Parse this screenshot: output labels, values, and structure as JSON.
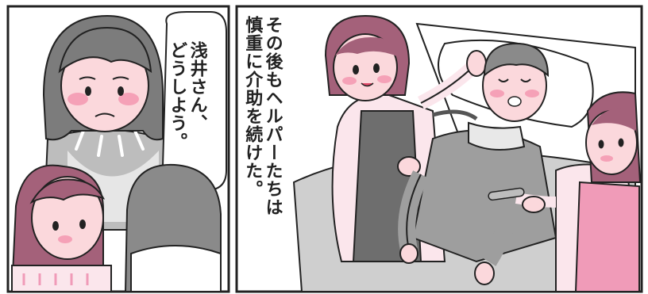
{
  "panels": [
    {
      "speech_lines": [
        "浅井さん、",
        "どうしよう。"
      ]
    },
    {
      "narration_lines": [
        "その後もヘルパーたちは",
        "慎重に介助を続けた。"
      ]
    }
  ],
  "colors": {
    "hair_gray": "#7c7c7c",
    "hair_mauve": "#a4617a",
    "skin": "#fbd8dc",
    "blush": "#f28aa6",
    "apron_pink": "#f09bb8",
    "bed_gray": "#cfcfcf",
    "outline": "#222222"
  }
}
